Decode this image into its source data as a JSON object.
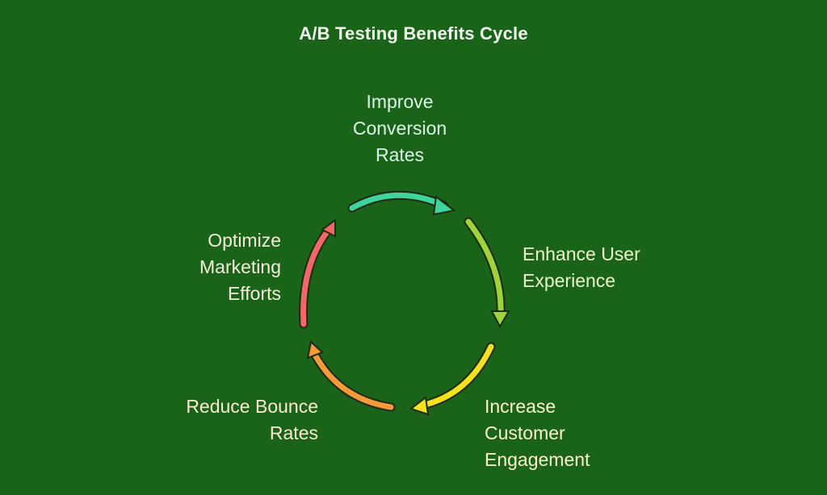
{
  "title": "A/B Testing Benefits Cycle",
  "colors": {
    "background": "#1a6419",
    "title": "#f2fbef",
    "arrow_outline": "#1e2a16"
  },
  "steps": [
    {
      "lines": [
        "Improve",
        "Conversion",
        "Rates"
      ],
      "arrow_color": "#3fd49a",
      "text_color": "#dcf7e8"
    },
    {
      "lines": [
        "Enhance User",
        "Experience"
      ],
      "arrow_color": "#9ed43a",
      "text_color": "#ecf8cc"
    },
    {
      "lines": [
        "Increase",
        "Customer",
        "Engagement"
      ],
      "arrow_color": "#f5e11c",
      "text_color": "#fbf5c6"
    },
    {
      "lines": [
        "Reduce Bounce",
        "Rates"
      ],
      "arrow_color": "#f59a3a",
      "text_color": "#fbeacd"
    },
    {
      "lines": [
        "Optimize",
        "Marketing",
        "Efforts"
      ],
      "arrow_color": "#f06868",
      "text_color": "#f7ecdc"
    }
  ]
}
